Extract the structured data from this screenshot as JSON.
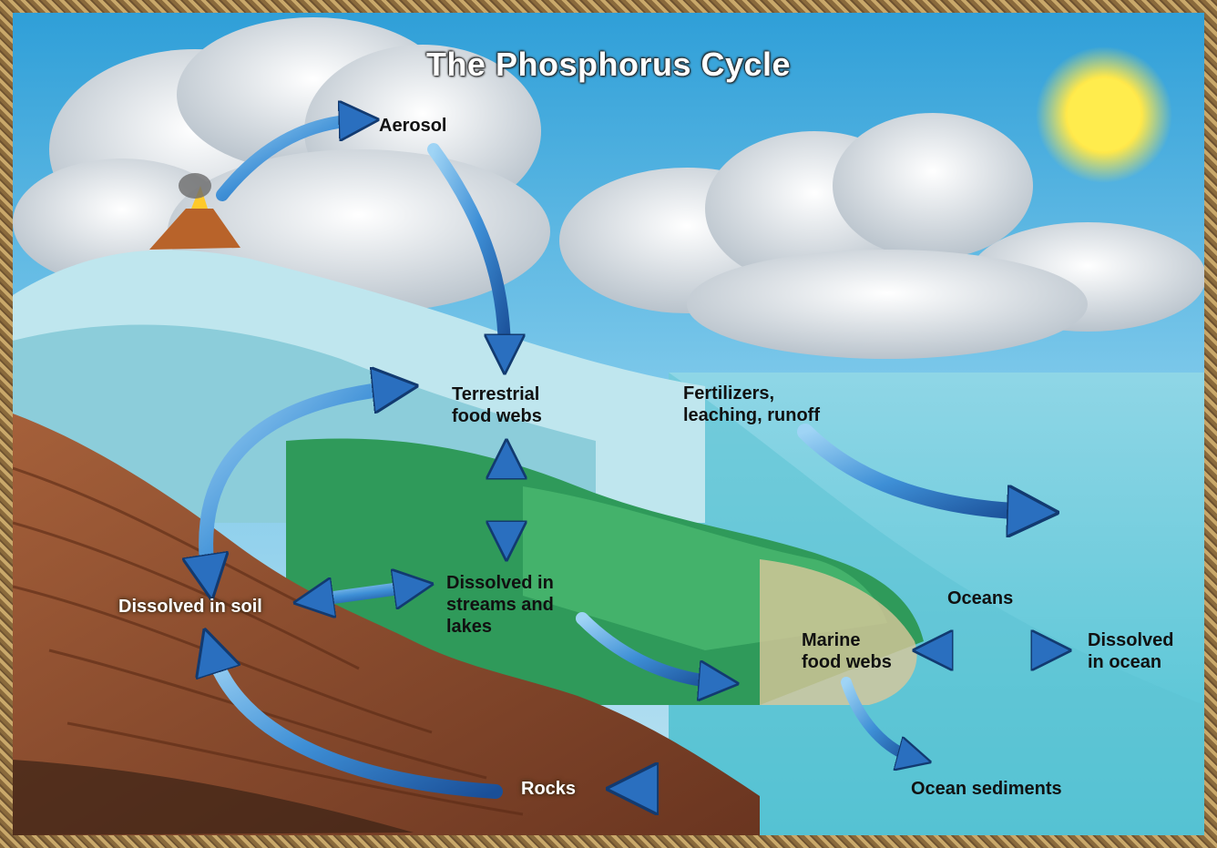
{
  "title": "The Phosphorus Cycle",
  "labels": {
    "aerosol": "Aerosol",
    "terrestrial": "Terrestrial\nfood webs",
    "fertilizers": "Fertilizers,\nleaching, runoff",
    "streams": "Dissolved in\nstreams and\nlakes",
    "soil": "Dissolved in soil",
    "oceans": "Oceans",
    "marine": "Marine\nfood webs",
    "dissolved_ocean": "Dissolved\nin ocean",
    "rocks": "Rocks",
    "sediments": "Ocean sediments"
  },
  "colors": {
    "arrow_dark": "#1f5fa8",
    "arrow_light": "#9fd4f5",
    "sky": "#4fb3e3",
    "ocean": "#5fc8d8",
    "land": "#8b4a2b",
    "sun": "#ffe84a"
  }
}
